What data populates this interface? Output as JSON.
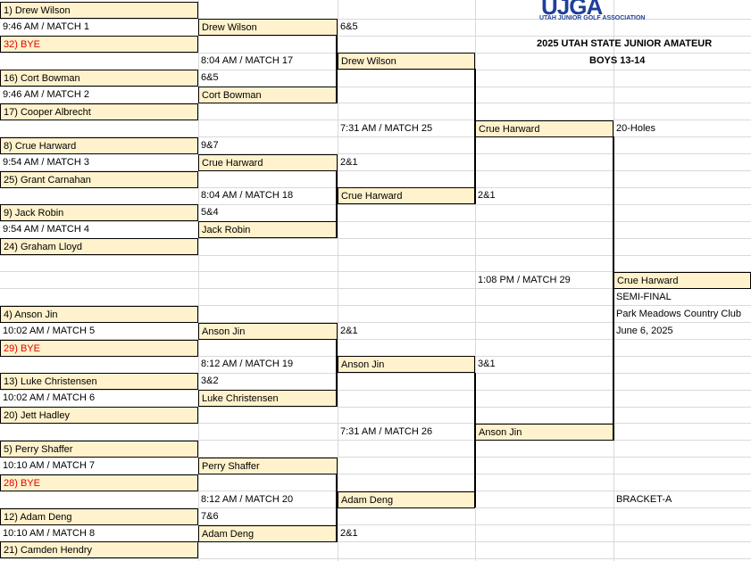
{
  "logo": {
    "letters": "UJGA",
    "subtitle": "UTAH JUNIOR GOLF ASSOCIATION"
  },
  "header": {
    "title": "2025 UTAH STATE JUNIOR AMATEUR",
    "division": "BOYS 13-14"
  },
  "round1": [
    {
      "name": "1) Drew Wilson"
    },
    {
      "time": "9:46 AM / MATCH 1"
    },
    {
      "name": "32) BYE",
      "bye": true
    },
    {
      "name": "16) Cort Bowman"
    },
    {
      "time": "9:46 AM / MATCH 2"
    },
    {
      "name": "17) Cooper Albrecht"
    },
    {
      "name": "8) Crue Harward"
    },
    {
      "time": "9:54 AM / MATCH 3"
    },
    {
      "name": "25) Grant Carnahan"
    },
    {
      "name": "9) Jack Robin"
    },
    {
      "time": "9:54 AM / MATCH 4"
    },
    {
      "name": "24) Graham Lloyd"
    },
    {
      "name": "4) Anson Jin"
    },
    {
      "time": "10:02 AM / MATCH 5"
    },
    {
      "name": "29) BYE",
      "bye": true
    },
    {
      "name": "13) Luke Christensen"
    },
    {
      "time": "10:02 AM / MATCH 6"
    },
    {
      "name": "20) Jett Hadley"
    },
    {
      "name": "5) Perry Shaffer"
    },
    {
      "time": "10:10 AM / MATCH 7"
    },
    {
      "name": "28) BYE",
      "bye": true
    },
    {
      "name": "12) Adam Deng"
    },
    {
      "time": "10:10 AM / MATCH 8"
    },
    {
      "name": "21) Camden Hendry"
    }
  ],
  "round2": [
    {
      "winner": "Drew Wilson",
      "score": ""
    },
    {
      "winner": "Cort Bowman",
      "score": "6&5"
    },
    {
      "winner": "Crue Harward",
      "score": "9&7"
    },
    {
      "winner": "Jack Robin",
      "score": "5&4"
    },
    {
      "winner": "Anson Jin",
      "score": ""
    },
    {
      "winner": "Luke Christensen",
      "score": "3&2"
    },
    {
      "winner": "Perry Shaffer",
      "score": ""
    },
    {
      "winner": "Adam Deng",
      "score": "7&6"
    }
  ],
  "round2_times": [
    "8:04 AM / MATCH 17",
    "8:04 AM / MATCH 18",
    "8:12 AM / MATCH 19",
    "8:12 AM / MATCH 20"
  ],
  "round3": [
    {
      "winner": "Drew Wilson",
      "score": "6&5"
    },
    {
      "winner": "Crue Harward",
      "score": "2&1"
    },
    {
      "winner": "Anson Jin",
      "score": "2&1"
    },
    {
      "winner": "Adam Deng",
      "score": "2&1"
    }
  ],
  "round3_times": [
    "7:31 AM / MATCH 25",
    "7:31 AM / MATCH 26"
  ],
  "round4": [
    {
      "winner": "Crue Harward",
      "score": "20-Holes"
    },
    {
      "winner": "Anson Jin",
      "score": "2&1"
    }
  ],
  "round4_bottom_score": "3&1",
  "final": {
    "time": "1:08 PM / MATCH 29",
    "winner": "Crue Harward",
    "stage": "SEMI-FINAL",
    "venue": "Park Meadows Country Club",
    "date": "June 6, 2025",
    "bracket": "BRACKET-A"
  }
}
